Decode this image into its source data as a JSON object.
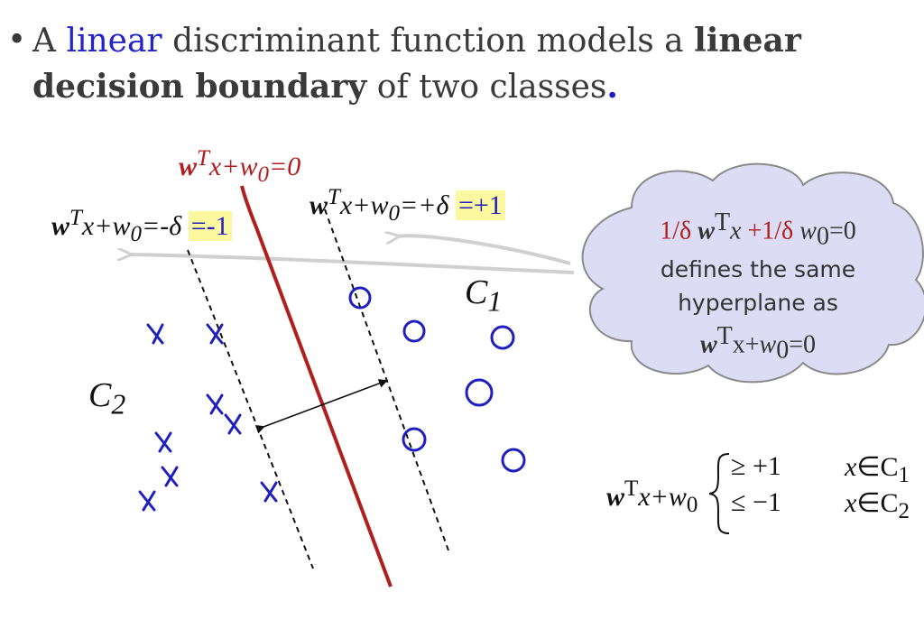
{
  "bullet": {
    "glyph": "•",
    "t1": "A ",
    "t2": "linear",
    "t3": " discriminant function models a ",
    "t4": "linear decision boundary",
    "t5": " of two classes",
    "t6": "."
  },
  "boundary_label": {
    "w": "w",
    "sup": "T",
    "x": "x+w",
    "sub": "0",
    "rest": "=0"
  },
  "neg_margin_label": {
    "w": "w",
    "sup": "T",
    "x": "x+w",
    "sub": "0",
    "rest": "=-δ",
    "hl": "=-1"
  },
  "pos_margin_label": {
    "w": "w",
    "sup": "T",
    "x": "x+w",
    "sub": "0",
    "rest": "=+δ",
    "hl": "=+1"
  },
  "class1": {
    "c": "C",
    "sub": "1"
  },
  "class2": {
    "c": "C",
    "sub": "2"
  },
  "cloud": {
    "l1a": "1/δ ",
    "l1b": "w",
    "l1c": "T",
    "l1d": "x",
    "l1e": " +1/δ ",
    "l1f": "w",
    "l1g": "0",
    "l1h": "=0",
    "l2": "defines the same",
    "l3": "hyperplane as",
    "l4a": "w",
    "l4b": "T",
    "l4c": "x+",
    "l4d": "w",
    "l4e": "0",
    "l4f": "=0"
  },
  "equation": {
    "w": "w",
    "sup": "T",
    "x": "x+w",
    "sub": "0",
    "case1": "≥ +1",
    "case2": "≤ −1",
    "cond1x": "x",
    "cond1": "∈C",
    "cond1sub": "1",
    "cond2x": "x",
    "cond2": "∈C",
    "cond2sub": "2"
  },
  "colors": {
    "boundary": "#b01e1e",
    "markers": "#1f1fbf",
    "cloud_fill": "#dcdcf5",
    "highlight": "#fbf89f",
    "arrow": "#d0d0d0"
  },
  "icons": {
    "class1_marker": "circle-icon",
    "class2_marker": "cross-icon"
  }
}
